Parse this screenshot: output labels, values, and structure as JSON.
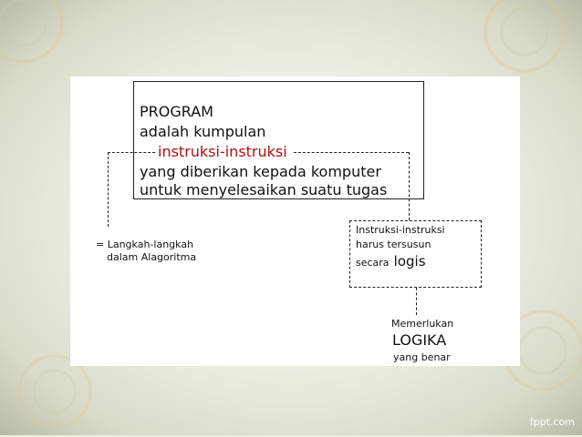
{
  "diagram": {
    "definition": {
      "line1": "PROGRAM",
      "line2": "adalah kumpulan",
      "line3": "instruksi-instruksi",
      "line4": "yang diberikan kepada komputer",
      "line5": "untuk menyelesaikan suatu tugas"
    },
    "left_note": {
      "line1": "= Langkah-langkah",
      "line2": "dalam Alagoritma"
    },
    "right_box": {
      "line1": "Instruksi-instruksi",
      "line2": "harus tersusun",
      "line3_prefix": "secara",
      "line3_emphasis": "logis"
    },
    "bottom_note": {
      "line1": "Memerlukan",
      "line2": "LOGIKA",
      "line3": "yang benar"
    }
  },
  "watermark": "fppt.com",
  "colors": {
    "highlight": "#b01010",
    "text": "#111111",
    "slide": "#ffffff"
  }
}
